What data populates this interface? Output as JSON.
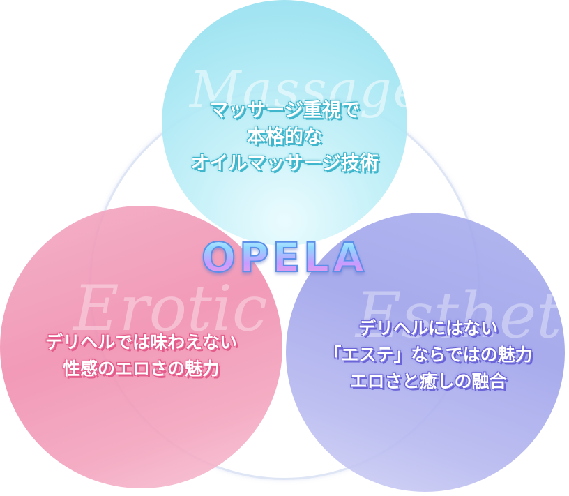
{
  "brand": {
    "name": "OPELA"
  },
  "circles": {
    "top": {
      "script_word": "Massage",
      "lines": [
        "マッサージ重視で",
        "本格的な",
        "オイルマッサージ技術"
      ],
      "color": "#a4e6f3",
      "outline_color": "#3fb6cc"
    },
    "left": {
      "script_word": "Erotic",
      "lines": [
        "デリヘルでは味わえない",
        "性感のエロさの魅力"
      ],
      "color": "#f08fb0",
      "outline_color": "#e45a8a"
    },
    "right": {
      "script_word": "Esthetic",
      "lines": [
        "デリヘルにはない",
        "「エステ」ならではの魅力",
        "エロさと癒しの融合"
      ],
      "color": "#9ea2ea",
      "outline_color": "#6a64d8"
    }
  }
}
